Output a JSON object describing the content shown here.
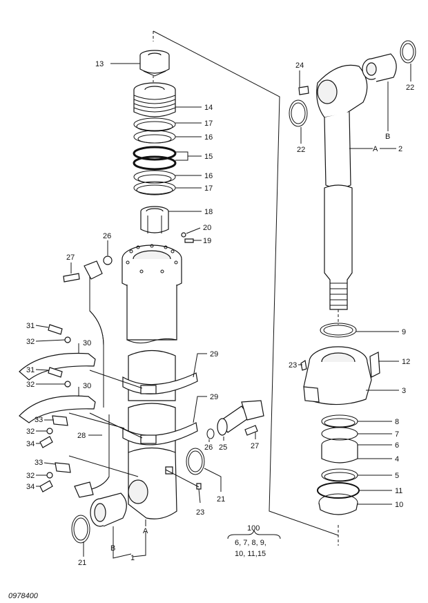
{
  "drawing_number": "0978400",
  "callouts": [
    "13",
    "14",
    "17",
    "16",
    "15",
    "16",
    "17",
    "18",
    "20",
    "19",
    "26",
    "27",
    "31",
    "32",
    "30",
    "31",
    "32",
    "30",
    "29",
    "29",
    "33",
    "32",
    "34",
    "28",
    "33",
    "32",
    "34",
    "26",
    "25",
    "27",
    "21",
    "23",
    "21",
    "24",
    "22",
    "22",
    "2",
    "B",
    "A",
    "9",
    "12",
    "23",
    "3",
    "8",
    "7",
    "6",
    "4",
    "5",
    "11",
    "10",
    "A",
    "B",
    "1"
  ],
  "kit": {
    "number": "100",
    "line1": "6, 7, 8, 9,",
    "line2": "10, 11,15"
  }
}
